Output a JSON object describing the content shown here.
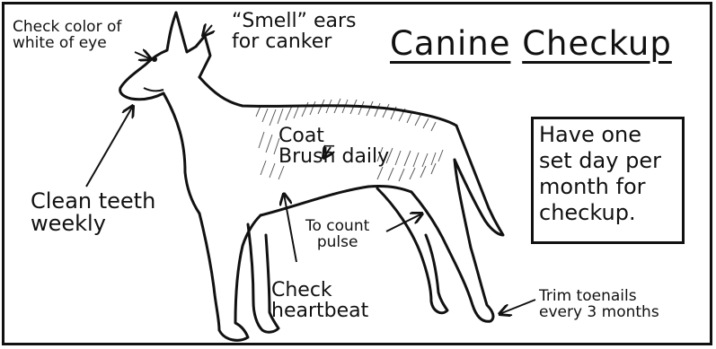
{
  "title": {
    "word1": "Canine",
    "word2": "Checkup"
  },
  "labels": {
    "eye": [
      "Check color of",
      "white of eye"
    ],
    "ears": [
      "“Smell” ears",
      "for canker"
    ],
    "teeth": [
      "Clean teeth",
      "weekly"
    ],
    "coat": [
      "Coat_",
      "Brush daily"
    ],
    "pulse": [
      "To count",
      "pulse"
    ],
    "heartbeat": [
      "Check",
      "heartbeat"
    ],
    "toenails": [
      "Trim toenails",
      "every 3 months"
    ]
  },
  "box": [
    "Have one",
    "set day per",
    "month for",
    "checkup."
  ],
  "icons": [
    "dog-illustration",
    "pointer-arrows"
  ]
}
